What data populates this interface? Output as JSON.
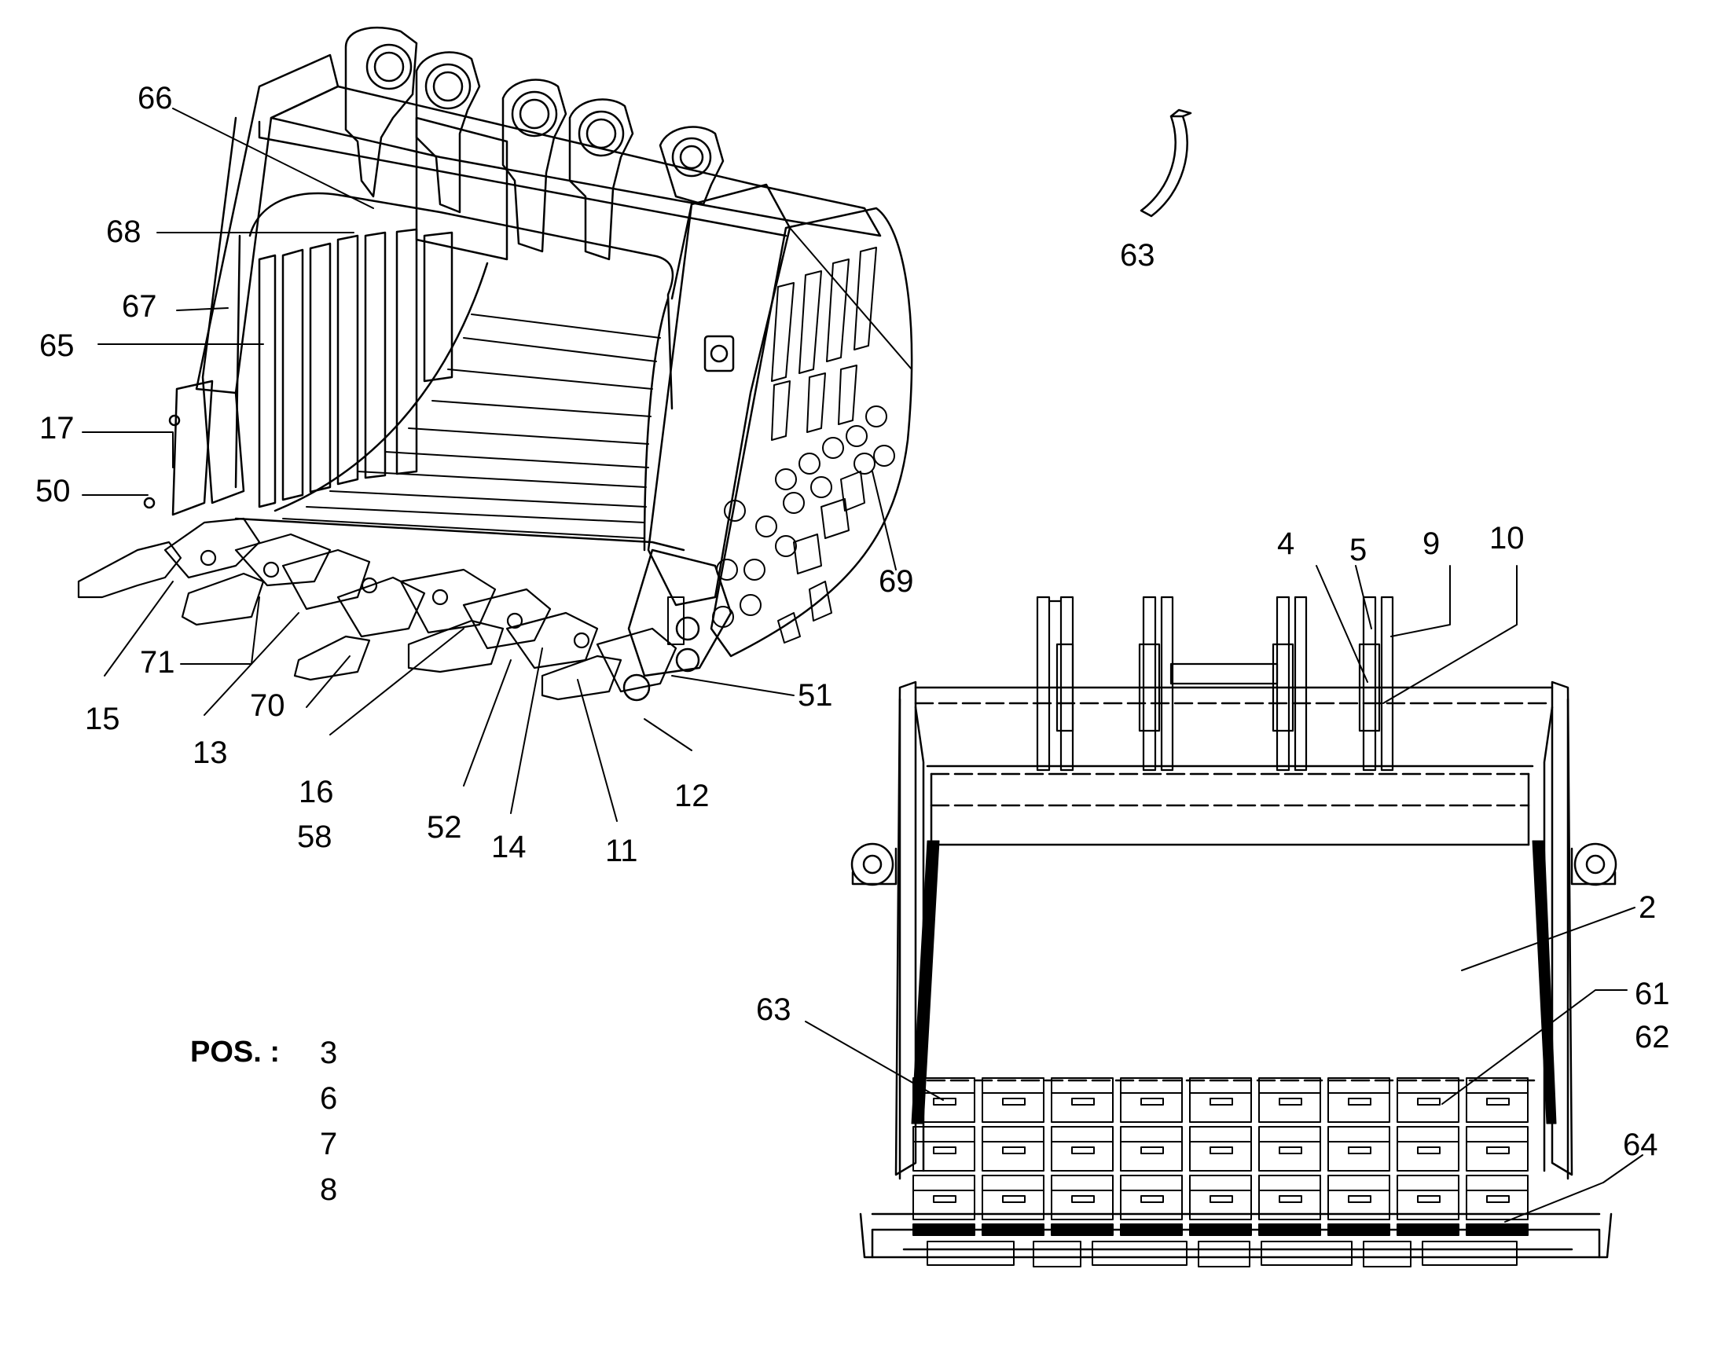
{
  "iso_view": {
    "callouts": [
      "66",
      "68",
      "67",
      "65",
      "17",
      "50",
      "15",
      "71",
      "13",
      "70",
      "16",
      "58",
      "52",
      "14",
      "11",
      "12",
      "51",
      "69"
    ]
  },
  "detail_view": {
    "callouts": [
      "63"
    ]
  },
  "front_view": {
    "callouts": [
      "4",
      "5",
      "9",
      "10",
      "2",
      "61",
      "62",
      "63",
      "64"
    ]
  },
  "pos_list": {
    "heading": "POS. :",
    "items": [
      "3",
      "6",
      "7",
      "8"
    ]
  }
}
